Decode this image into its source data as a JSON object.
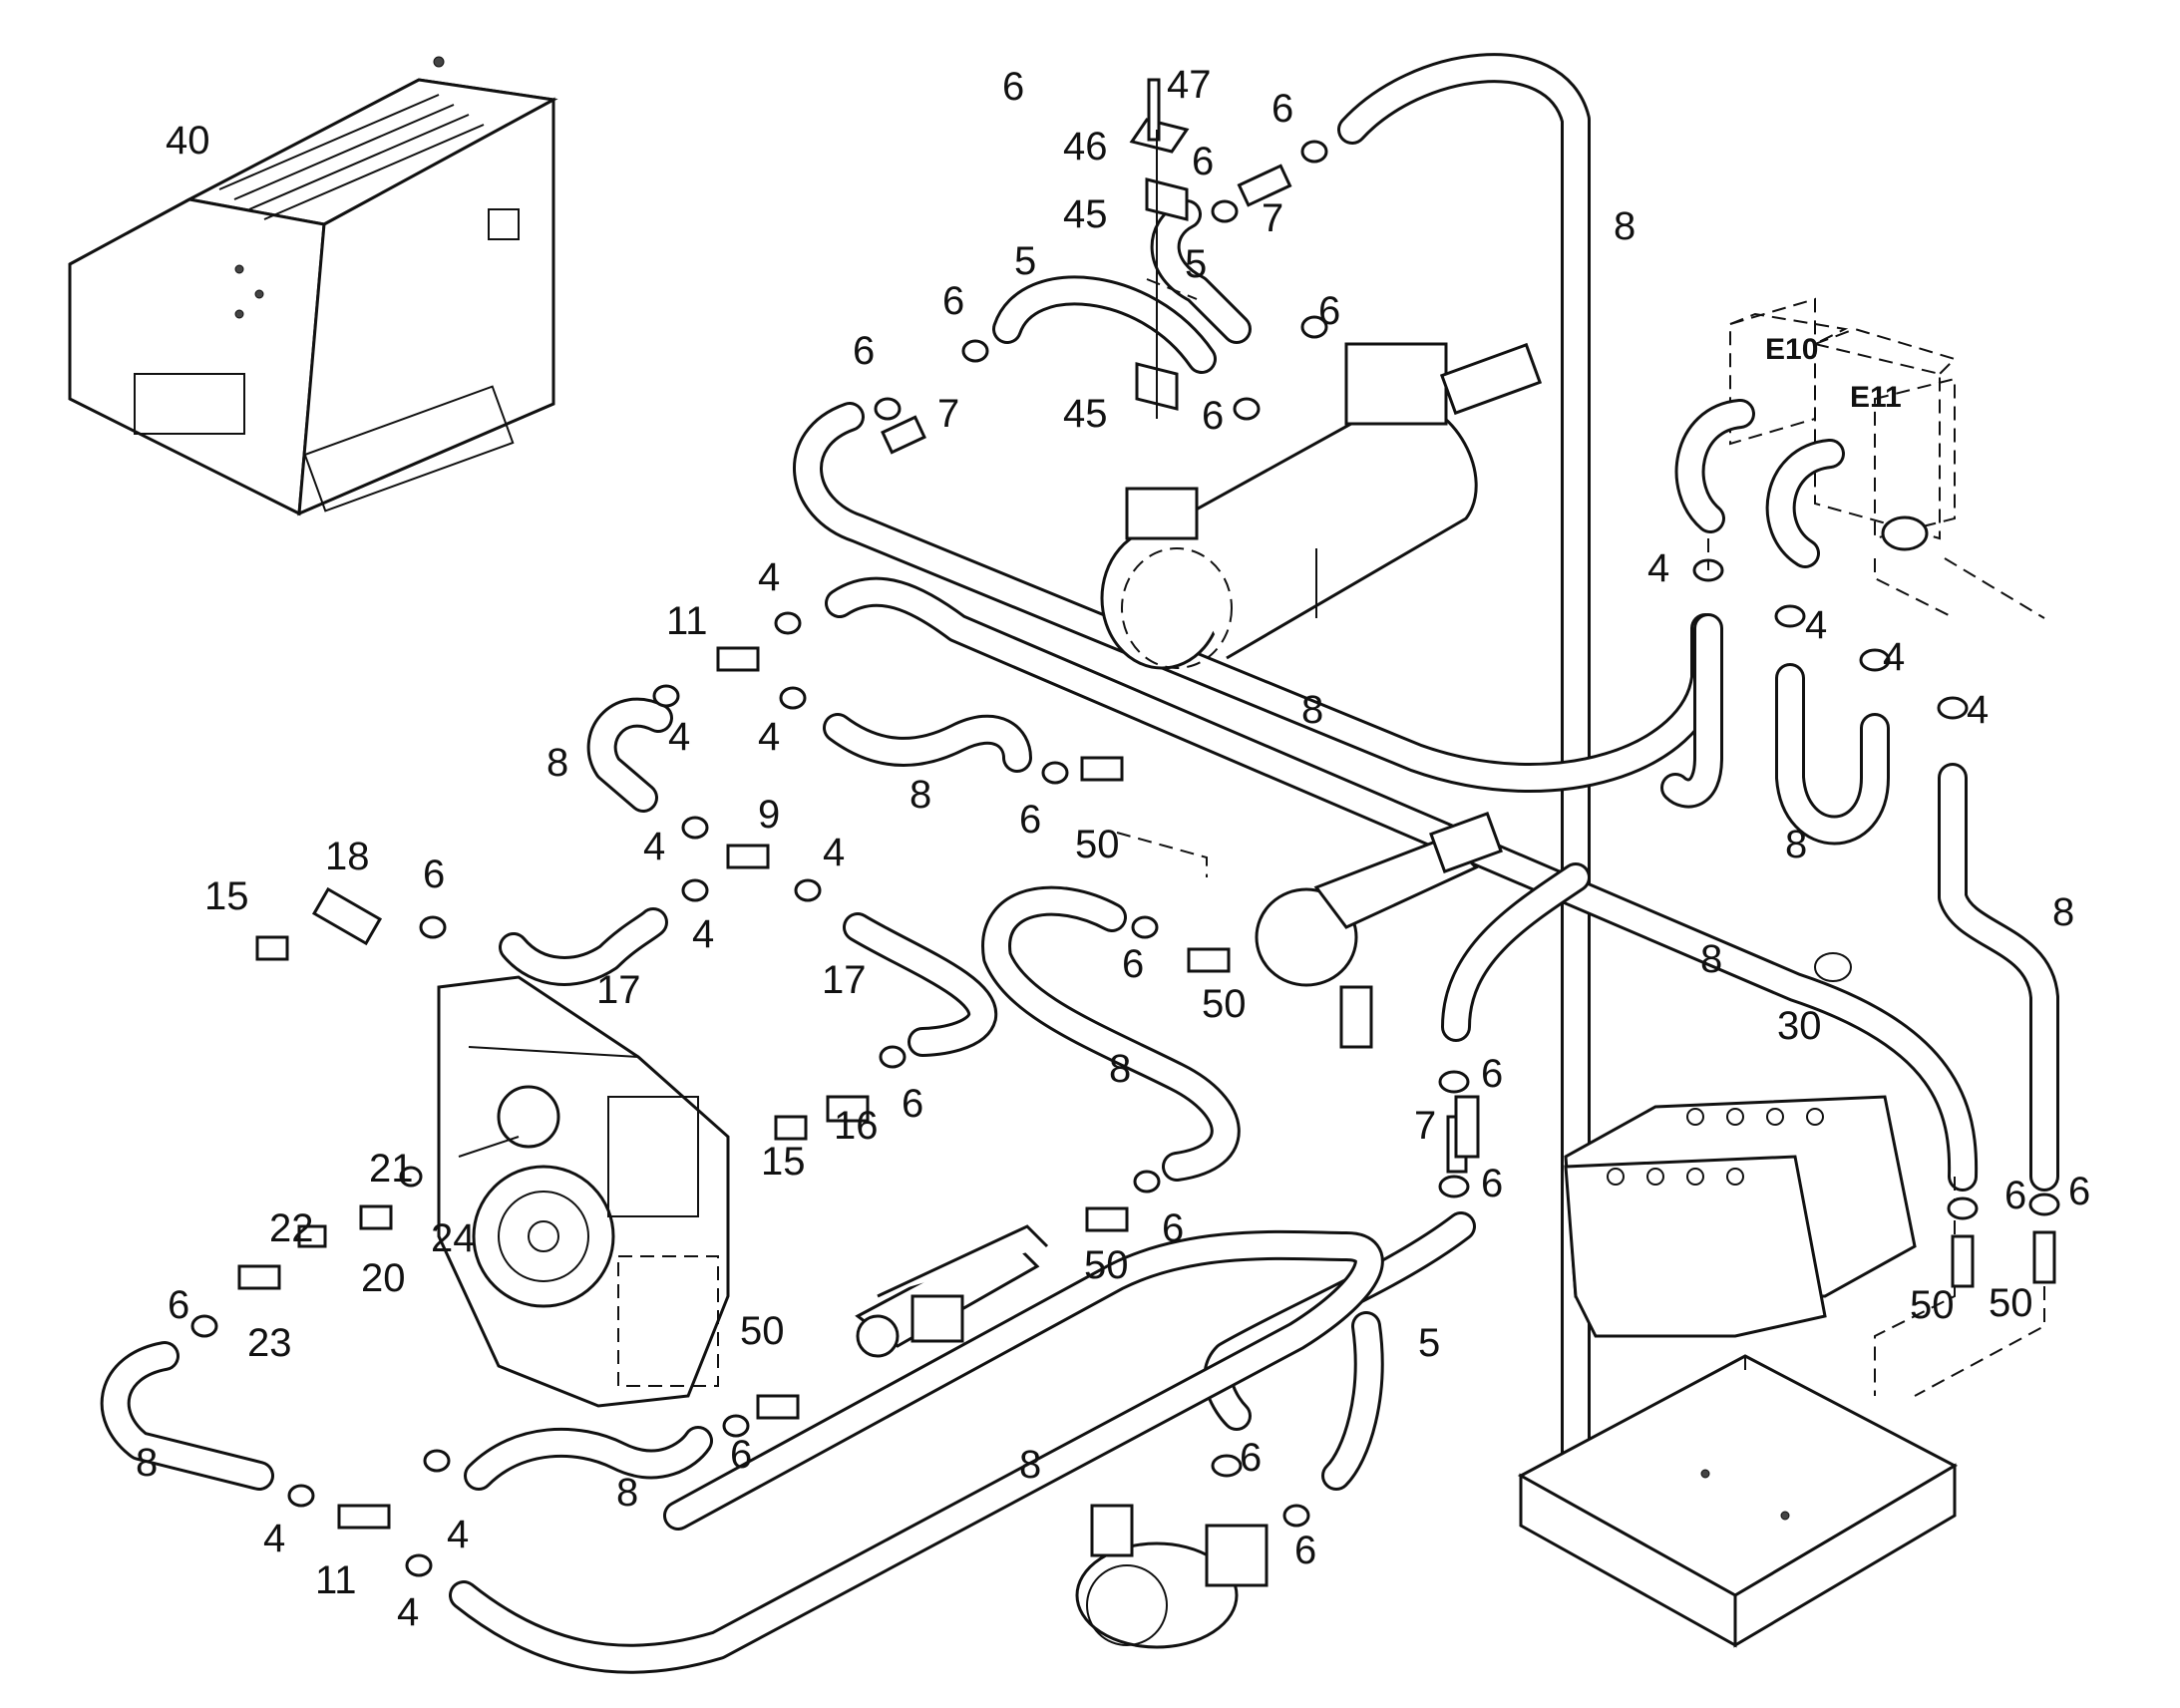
{
  "diagram": {
    "components": {
      "box_40": "40",
      "heater_e10": "E10",
      "heater_e11": "E11"
    },
    "labels": [
      {
        "id": "l40",
        "text": "40"
      },
      {
        "id": "l47",
        "text": "47"
      },
      {
        "id": "l46",
        "text": "46"
      },
      {
        "id": "l45a",
        "text": "45"
      },
      {
        "id": "l45b",
        "text": "45"
      },
      {
        "id": "l6a",
        "text": "6"
      },
      {
        "id": "l6b",
        "text": "6"
      },
      {
        "id": "l6c",
        "text": "6"
      },
      {
        "id": "l6d",
        "text": "6"
      },
      {
        "id": "l6e",
        "text": "6"
      },
      {
        "id": "l6f",
        "text": "6"
      },
      {
        "id": "l6g",
        "text": "6"
      },
      {
        "id": "l7a",
        "text": "7"
      },
      {
        "id": "l7b",
        "text": "7"
      },
      {
        "id": "l5a",
        "text": "5"
      },
      {
        "id": "l5b",
        "text": "5"
      },
      {
        "id": "l8a",
        "text": "8"
      },
      {
        "id": "l8b",
        "text": "8"
      },
      {
        "id": "l4a",
        "text": "4"
      },
      {
        "id": "l11a",
        "text": "11"
      },
      {
        "id": "l4b",
        "text": "4"
      },
      {
        "id": "l4c",
        "text": "4"
      },
      {
        "id": "l8c",
        "text": "8"
      },
      {
        "id": "l8d",
        "text": "8"
      },
      {
        "id": "l6h",
        "text": "6"
      },
      {
        "id": "l50a",
        "text": "50"
      },
      {
        "id": "l4d",
        "text": "4"
      },
      {
        "id": "l9",
        "text": "9"
      },
      {
        "id": "l4e",
        "text": "4"
      },
      {
        "id": "l4f",
        "text": "4"
      },
      {
        "id": "l4g",
        "text": "4"
      },
      {
        "id": "l4h",
        "text": "4"
      },
      {
        "id": "l4i",
        "text": "4"
      },
      {
        "id": "l4j",
        "text": "4"
      },
      {
        "id": "l8e",
        "text": "8"
      },
      {
        "id": "l8f",
        "text": "8"
      },
      {
        "id": "l15a",
        "text": "15"
      },
      {
        "id": "l18",
        "text": "18"
      },
      {
        "id": "l6i",
        "text": "6"
      },
      {
        "id": "l17a",
        "text": "17"
      },
      {
        "id": "l17b",
        "text": "17"
      },
      {
        "id": "l6j",
        "text": "6"
      },
      {
        "id": "l50b",
        "text": "50"
      },
      {
        "id": "l8g",
        "text": "8"
      },
      {
        "id": "l8h",
        "text": "8"
      },
      {
        "id": "l30",
        "text": "30"
      },
      {
        "id": "l6k",
        "text": "6"
      },
      {
        "id": "l7c",
        "text": "7"
      },
      {
        "id": "l6l",
        "text": "6"
      },
      {
        "id": "l15b",
        "text": "15"
      },
      {
        "id": "l16",
        "text": "16"
      },
      {
        "id": "l6m",
        "text": "6"
      },
      {
        "id": "l21",
        "text": "21"
      },
      {
        "id": "l24",
        "text": "24"
      },
      {
        "id": "l22",
        "text": "22"
      },
      {
        "id": "l20",
        "text": "20"
      },
      {
        "id": "l6n",
        "text": "6"
      },
      {
        "id": "l23",
        "text": "23"
      },
      {
        "id": "l6o",
        "text": "6"
      },
      {
        "id": "l50c",
        "text": "50"
      },
      {
        "id": "l50d",
        "text": "50"
      },
      {
        "id": "l6p",
        "text": "6"
      },
      {
        "id": "l6q",
        "text": "6"
      },
      {
        "id": "l50e",
        "text": "50"
      },
      {
        "id": "l50f",
        "text": "50"
      },
      {
        "id": "l5c",
        "text": "5"
      },
      {
        "id": "l8i",
        "text": "8"
      },
      {
        "id": "l8j",
        "text": "8"
      },
      {
        "id": "l6r",
        "text": "6"
      },
      {
        "id": "l6s",
        "text": "6"
      },
      {
        "id": "l8k",
        "text": "8"
      },
      {
        "id": "l4k",
        "text": "4"
      },
      {
        "id": "l4l",
        "text": "4"
      },
      {
        "id": "l11b",
        "text": "11"
      },
      {
        "id": "l4m",
        "text": "4"
      },
      {
        "id": "l6t",
        "text": "6"
      }
    ]
  }
}
